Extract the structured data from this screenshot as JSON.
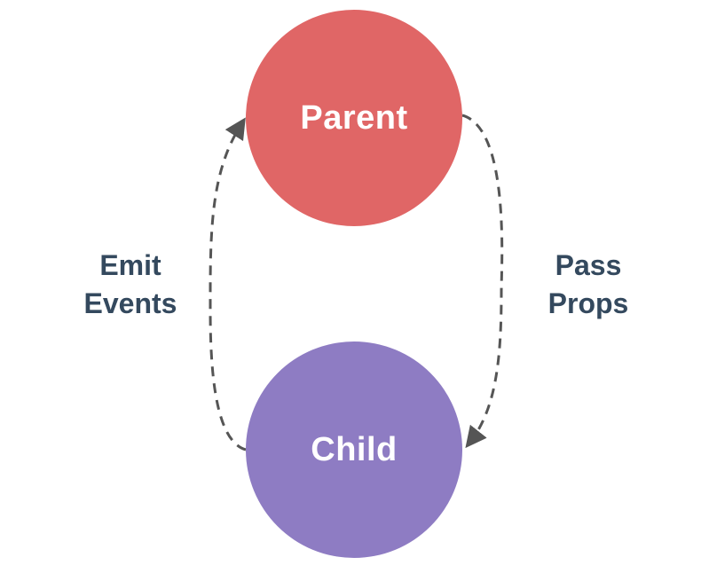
{
  "nodes": {
    "parent": {
      "label": "Parent",
      "color": "#e06666"
    },
    "child": {
      "label": "Child",
      "color": "#8e7cc3"
    }
  },
  "edges": {
    "emit_events": {
      "line1": "Emit",
      "line2": "Events"
    },
    "pass_props": {
      "line1": "Pass",
      "line2": "Props"
    }
  },
  "colors": {
    "label_text": "#34495e",
    "arrow": "#555555"
  }
}
